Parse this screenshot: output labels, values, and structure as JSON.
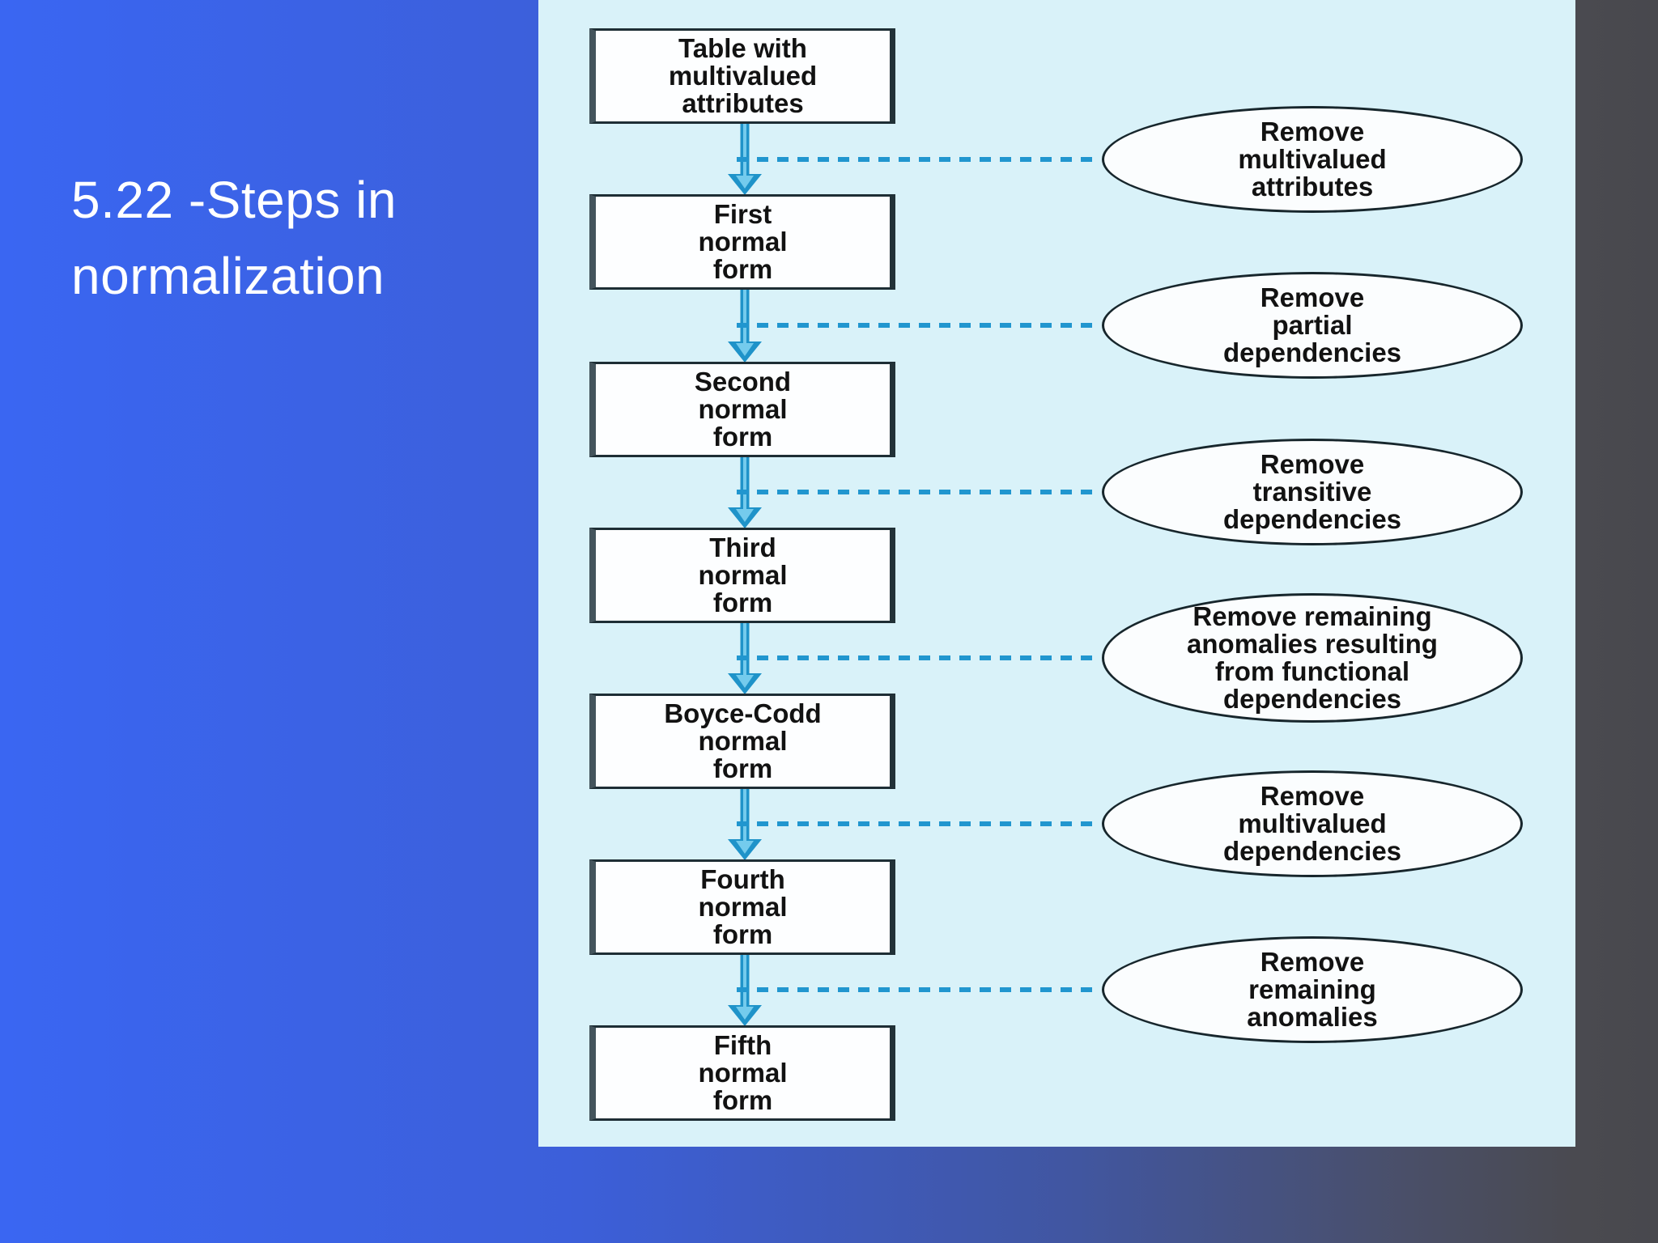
{
  "slide": {
    "title": "5.22 -Steps in normalization"
  },
  "colors": {
    "background_left_blue": "#3a66f2",
    "background_right_gray": "#48484d",
    "panel_cyan": "#d9f2f9",
    "node_fill": "#fdfeff",
    "node_border": "#17262c",
    "arrow_blue": "#1f93c9",
    "arrow_core": "#74cbed",
    "dash_blue": "#2196cf",
    "title_color": "#ffffff",
    "diagram_text_color": "#121212"
  },
  "diagram": {
    "boxes": [
      {
        "label": "Table with multivalued attributes",
        "lines": [
          "Table with",
          "multivalued",
          "attributes"
        ]
      },
      {
        "label": "First normal form",
        "lines": [
          "First",
          "normal",
          "form"
        ]
      },
      {
        "label": "Second normal form",
        "lines": [
          "Second",
          "normal",
          "form"
        ]
      },
      {
        "label": "Third normal form",
        "lines": [
          "Third",
          "normal",
          "form"
        ]
      },
      {
        "label": "Boyce-Codd normal form",
        "lines": [
          "Boyce-Codd",
          "normal",
          "form"
        ]
      },
      {
        "label": "Fourth normal form",
        "lines": [
          "Fourth",
          "normal",
          "form"
        ]
      },
      {
        "label": "Fifth normal form",
        "lines": [
          "Fifth",
          "normal",
          "form"
        ]
      }
    ],
    "ellipses": [
      {
        "label": "Remove multivalued attributes",
        "lines": [
          "Remove",
          "multivalued",
          "attributes"
        ]
      },
      {
        "label": "Remove partial dependencies",
        "lines": [
          "Remove",
          "partial",
          "dependencies"
        ]
      },
      {
        "label": "Remove transitive dependencies",
        "lines": [
          "Remove",
          "transitive",
          "dependencies"
        ]
      },
      {
        "label": "Remove remaining anomalies resulting from functional dependencies",
        "lines": [
          "Remove remaining",
          "anomalies resulting",
          "from functional",
          "dependencies"
        ]
      },
      {
        "label": "Remove multivalued dependencies",
        "lines": [
          "Remove",
          "multivalued",
          "dependencies"
        ]
      },
      {
        "label": "Remove remaining anomalies",
        "lines": [
          "Remove",
          "remaining",
          "anomalies"
        ]
      }
    ]
  }
}
